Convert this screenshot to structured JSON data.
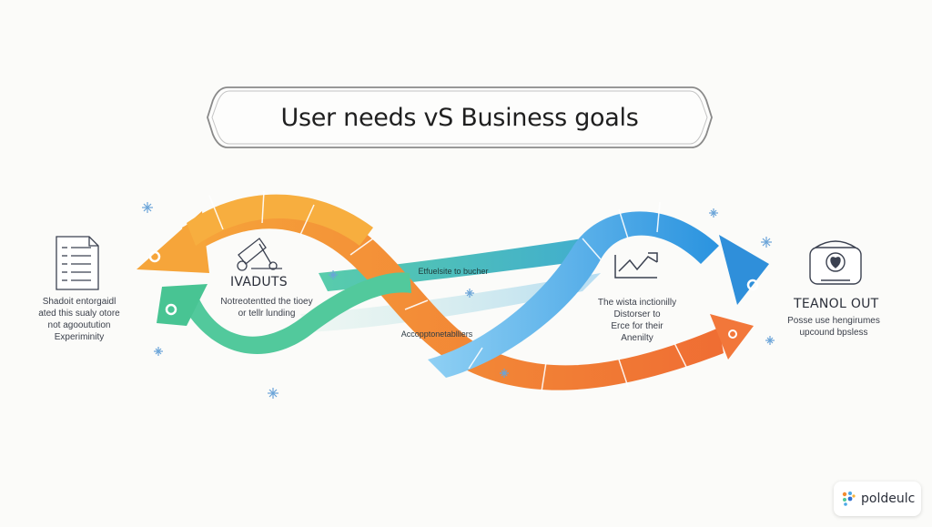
{
  "title": "User needs vS Business goals",
  "left_text": [
    "Shadoit entorgaidl",
    "ated this sualy otore",
    "not agooutution",
    "Experiminity"
  ],
  "mid_left": {
    "heading": "IVADUTS",
    "text": [
      "Notreotentted the tioey",
      "or tellr lunding"
    ]
  },
  "center_labels": {
    "upper": "Etfuelsite to bucher",
    "lower": "Accopptonetablliers"
  },
  "mid_right_text": [
    "The wista inctionilly",
    "Distorser to",
    "Erce for their",
    "Anenilty"
  ],
  "right": {
    "heading": "TEANOL OUT",
    "text": [
      "Posse use hengirumes",
      "upcound bpsless"
    ]
  },
  "logo": {
    "text": "poldeulc"
  },
  "colors": {
    "orange_light": "#f6a53a",
    "orange_dark": "#ef7a33",
    "blue": "#4aa8e6",
    "green": "#4fc99a",
    "sparkle": "#6aa4d8"
  },
  "icons": [
    "document-icon",
    "tools-icon",
    "trend-chart-icon",
    "heart-device-icon",
    "sparkle-icon"
  ]
}
